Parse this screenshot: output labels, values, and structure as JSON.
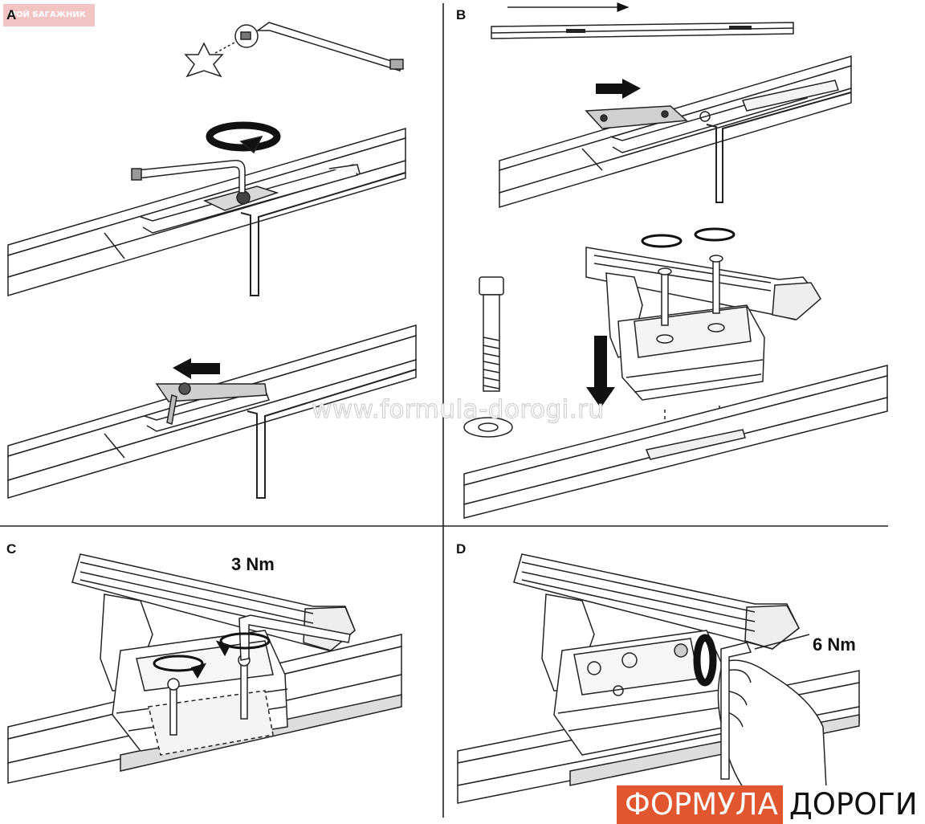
{
  "badge": {
    "text": "МОЙ БАГАЖНИК"
  },
  "panels": {
    "a": {
      "label": "A"
    },
    "b": {
      "label": "B"
    },
    "c": {
      "label": "C",
      "torque": "3 Nm"
    },
    "d": {
      "label": "D",
      "torque": "6 Nm"
    }
  },
  "watermark": {
    "text": "www.formula-dorogi.ru"
  },
  "logo": {
    "word1": "ФОРМУЛА",
    "word2": "ДОРОГИ",
    "accent_color": "#e2562f"
  },
  "icons": [
    "star-icon",
    "allen-key-icon",
    "rotate-arrow-icon",
    "direction-arrow-icon",
    "bolt-icon",
    "washer-icon",
    "hand-icon"
  ]
}
